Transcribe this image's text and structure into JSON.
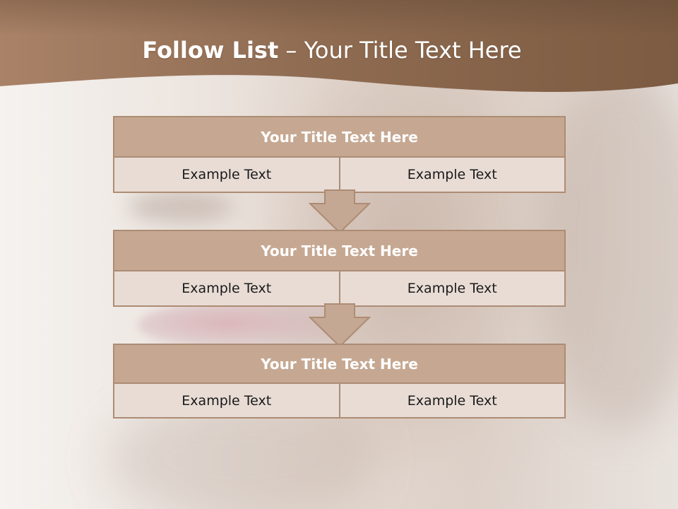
{
  "slide": {
    "title_bold": "Follow List",
    "title_rest": "– Your Title Text Here",
    "colors": {
      "header_brown": "#8d6a4e",
      "box_title_fill": "#c6a892",
      "box_border": "#ad8c74",
      "cell_fill": "#e8dcd5",
      "arrow_fill": "#c5a893"
    }
  },
  "steps": [
    {
      "title": "Your Title Text Here",
      "left": "Example Text",
      "right": "Example Text"
    },
    {
      "title": "Your Title Text Here",
      "left": "Example Text",
      "right": "Example Text"
    },
    {
      "title": "Your Title Text Here",
      "left": "Example Text",
      "right": "Example Text"
    }
  ]
}
